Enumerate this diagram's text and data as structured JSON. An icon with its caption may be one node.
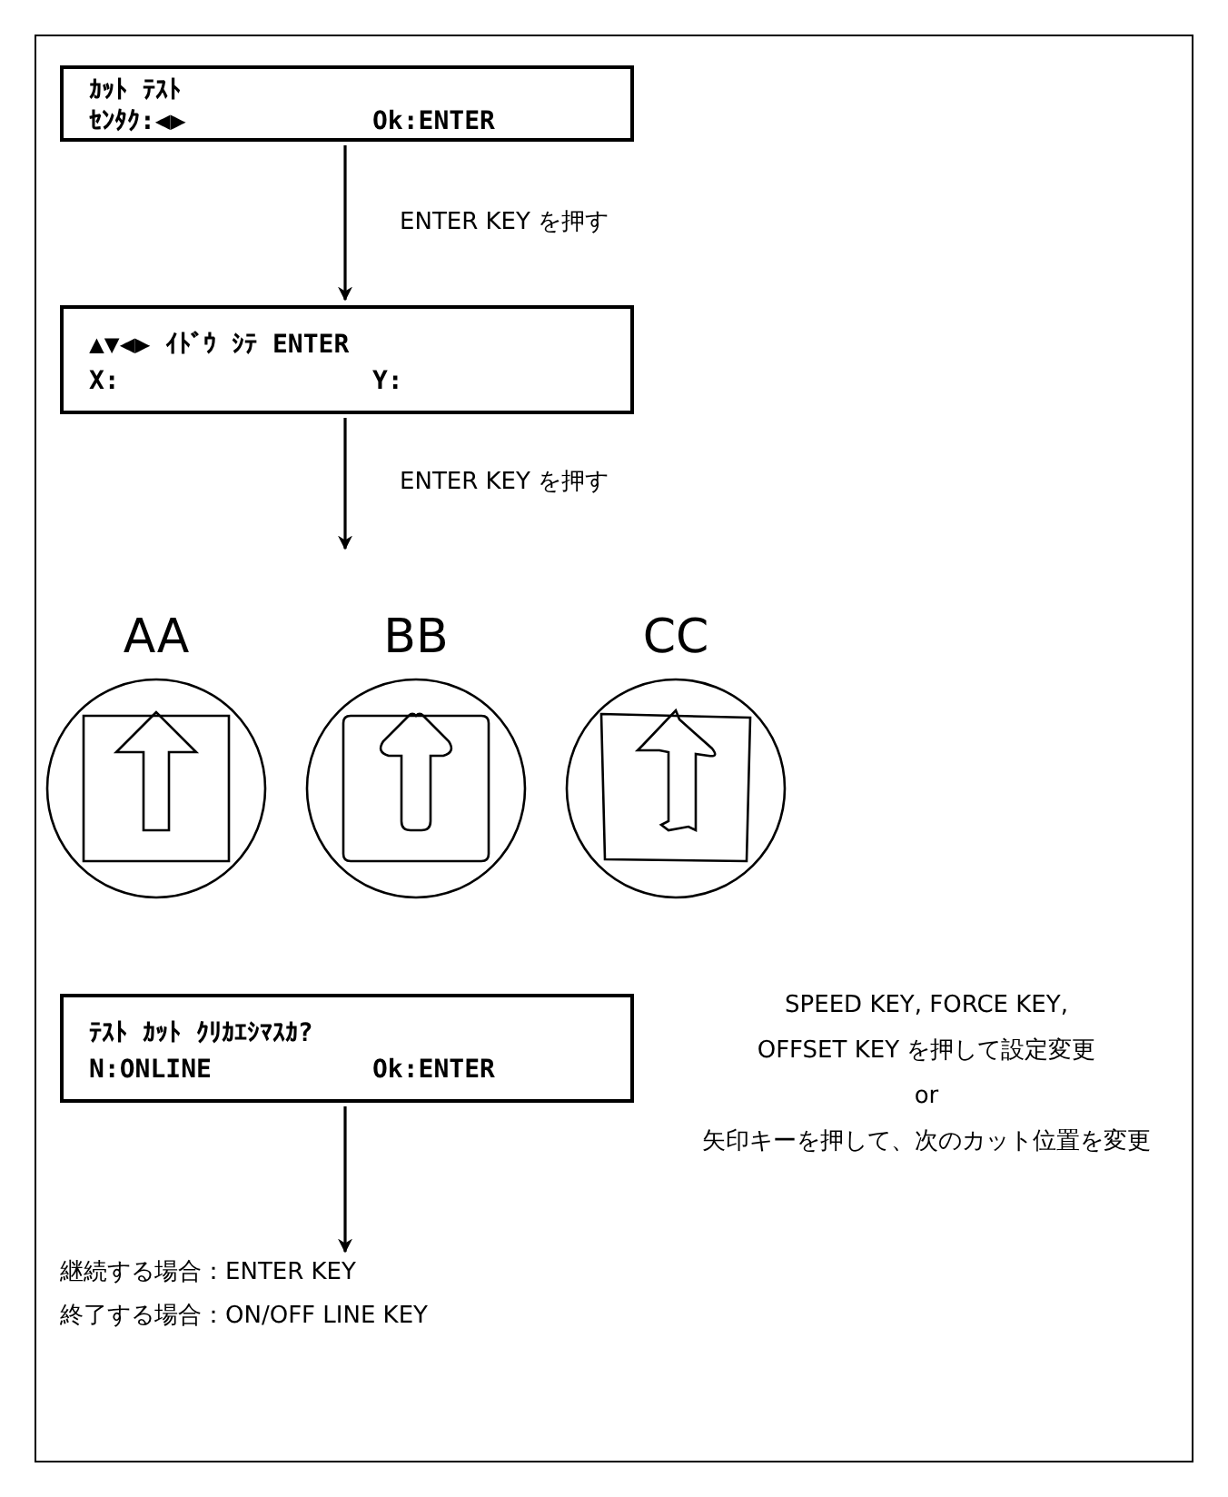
{
  "diagram": {
    "nodes": [
      {
        "text": [
          "ｶｯﾄ ﾃｽﾄ",
          "ｾﾝﾀｸ:◀▶",
          "Ok:ENTER"
        ]
      },
      {
        "text": [
          "▲▼◀▶ ｲﾄﾞｳ ｼﾃ ENTER",
          "X:",
          "Y:"
        ]
      },
      {
        "text": [
          "AA"
        ]
      },
      {
        "text": [
          "BB"
        ]
      },
      {
        "text": [
          "CC"
        ]
      },
      {
        "text": [
          "ﾃｽﾄ ｶｯﾄ ｸﾘｶｴｼﾏｽｶ?",
          "N:ONLINE",
          "Ok:ENTER"
        ]
      },
      {
        "text": [
          "継続する場合：ENTER KEY",
          "終了する場合：ON/OFF LINE KEY"
        ]
      }
    ],
    "edges": [
      {
        "from": 0,
        "to": 1,
        "arrow": "to",
        "label": "ENTER KEY を押す"
      },
      {
        "from": 1,
        "to": null,
        "arrow": "to",
        "label": "ENTER KEY を押す"
      },
      {
        "from": 5,
        "to": 6,
        "arrow": "to"
      }
    ],
    "labels": [
      "SPEED KEY, FORCE KEY,",
      "OFFSET KEY を押して設定変更",
      "or",
      "矢印キーを押して、次のカット位置を変更"
    ]
  }
}
